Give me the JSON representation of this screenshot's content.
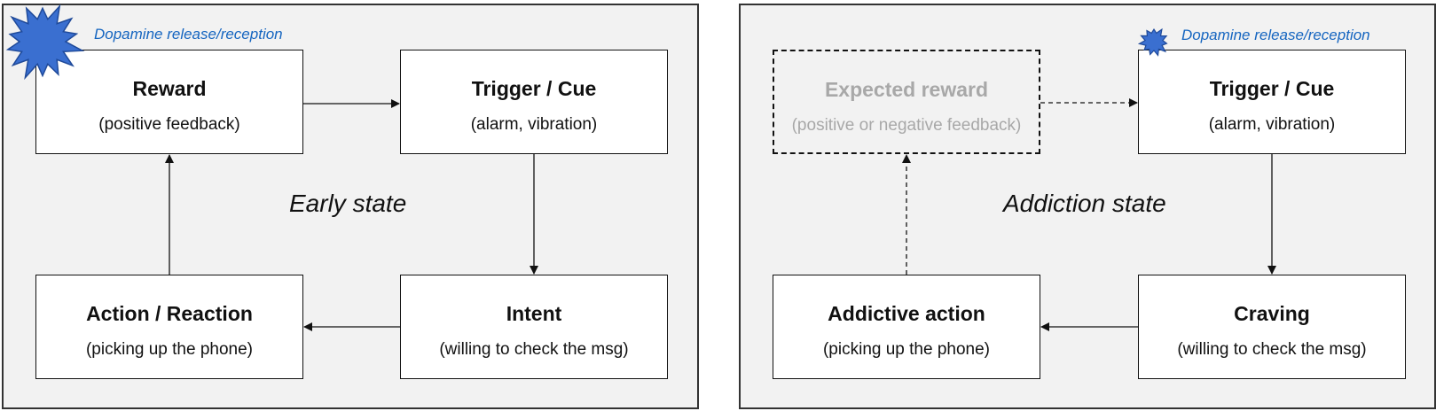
{
  "left_panel": {
    "state_label": "Early state",
    "dopamine_label": "Dopamine release/reception",
    "nodes": {
      "reward": {
        "title": "Reward",
        "subtitle": "(positive feedback)"
      },
      "trigger": {
        "title": "Trigger / Cue",
        "subtitle": "(alarm,  vibration)"
      },
      "intent": {
        "title": "Intent",
        "subtitle": "(willing  to check the msg)"
      },
      "action": {
        "title": "Action  / Reaction",
        "subtitle": "(picking up the phone)"
      }
    }
  },
  "right_panel": {
    "state_label": "Addiction state",
    "dopamine_label": "Dopamine release/reception",
    "nodes": {
      "expected_reward": {
        "title": "Expected reward",
        "subtitle": "(positive or negative feedback)"
      },
      "trigger": {
        "title": "Trigger / Cue",
        "subtitle": "(alarm,  vibration)"
      },
      "craving": {
        "title": "Craving",
        "subtitle": "(willing  to check the msg)"
      },
      "addictive_action": {
        "title": "Addictive action",
        "subtitle": "(picking  up the phone)"
      }
    }
  },
  "colors": {
    "burst_fill": "#3a6fd0",
    "burst_stroke": "#1f4a9a",
    "dopamine_text": "#1565c0",
    "muted_text": "#a8a8a8",
    "panel_bg": "#f2f2f2"
  }
}
